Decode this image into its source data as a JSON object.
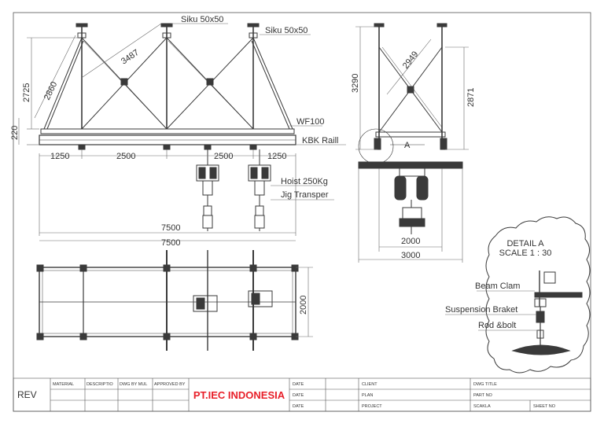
{
  "front_view": {
    "labels": {
      "siku_left": "Siku 50x50",
      "siku_right": "Siku 50x50",
      "beam": "WF100",
      "rail": "KBK Raill",
      "hoist": "Hoist 250Kg",
      "jig": "Jig Transper",
      "section_marker": "A"
    },
    "dims": {
      "h_total": "2725",
      "diag_left": "2860",
      "diag_mid": "3487",
      "h_low": "220",
      "span_1": "1250",
      "span_2": "2500",
      "span_3": "2500",
      "span_4": "1250",
      "overall": "7500"
    }
  },
  "side_view": {
    "dims": {
      "height_left": "3290",
      "diag": "2949",
      "height_right": "2871",
      "width_inner": "2000",
      "width_outer": "3000"
    }
  },
  "top_view": {
    "dims": {
      "length": "7500",
      "width": "2000"
    }
  },
  "detail_a": {
    "title": "DETAIL A",
    "scale": "SCALE 1 : 30",
    "labels": {
      "beam_clamp": "Beam Clam",
      "suspension": "Suspension Braket",
      "rod": "Rod &bolt"
    }
  },
  "title_block": {
    "rev": "REV",
    "headers": {
      "material": "MATERIAL",
      "description": "DESCRIPTIO",
      "drawn_by": "DWG BY MUL",
      "approved_by": "APPROVED BY"
    },
    "company": "PT.IEC INDONESIA",
    "date_labels": [
      "DATE",
      "DATE",
      "DATE"
    ],
    "client_label": "CLIENT",
    "plan_label": "PLAN",
    "project_label": "PROJECT",
    "dwg_title_label": "DWG TITLE",
    "part_no_label": "PART NO",
    "scale_label": "SCAKLA",
    "sheet_no_label": "SHEET NO"
  },
  "colors": {
    "line": "#3a3a3a",
    "dimension": "#6a6a6a",
    "company": "#e8202a"
  }
}
